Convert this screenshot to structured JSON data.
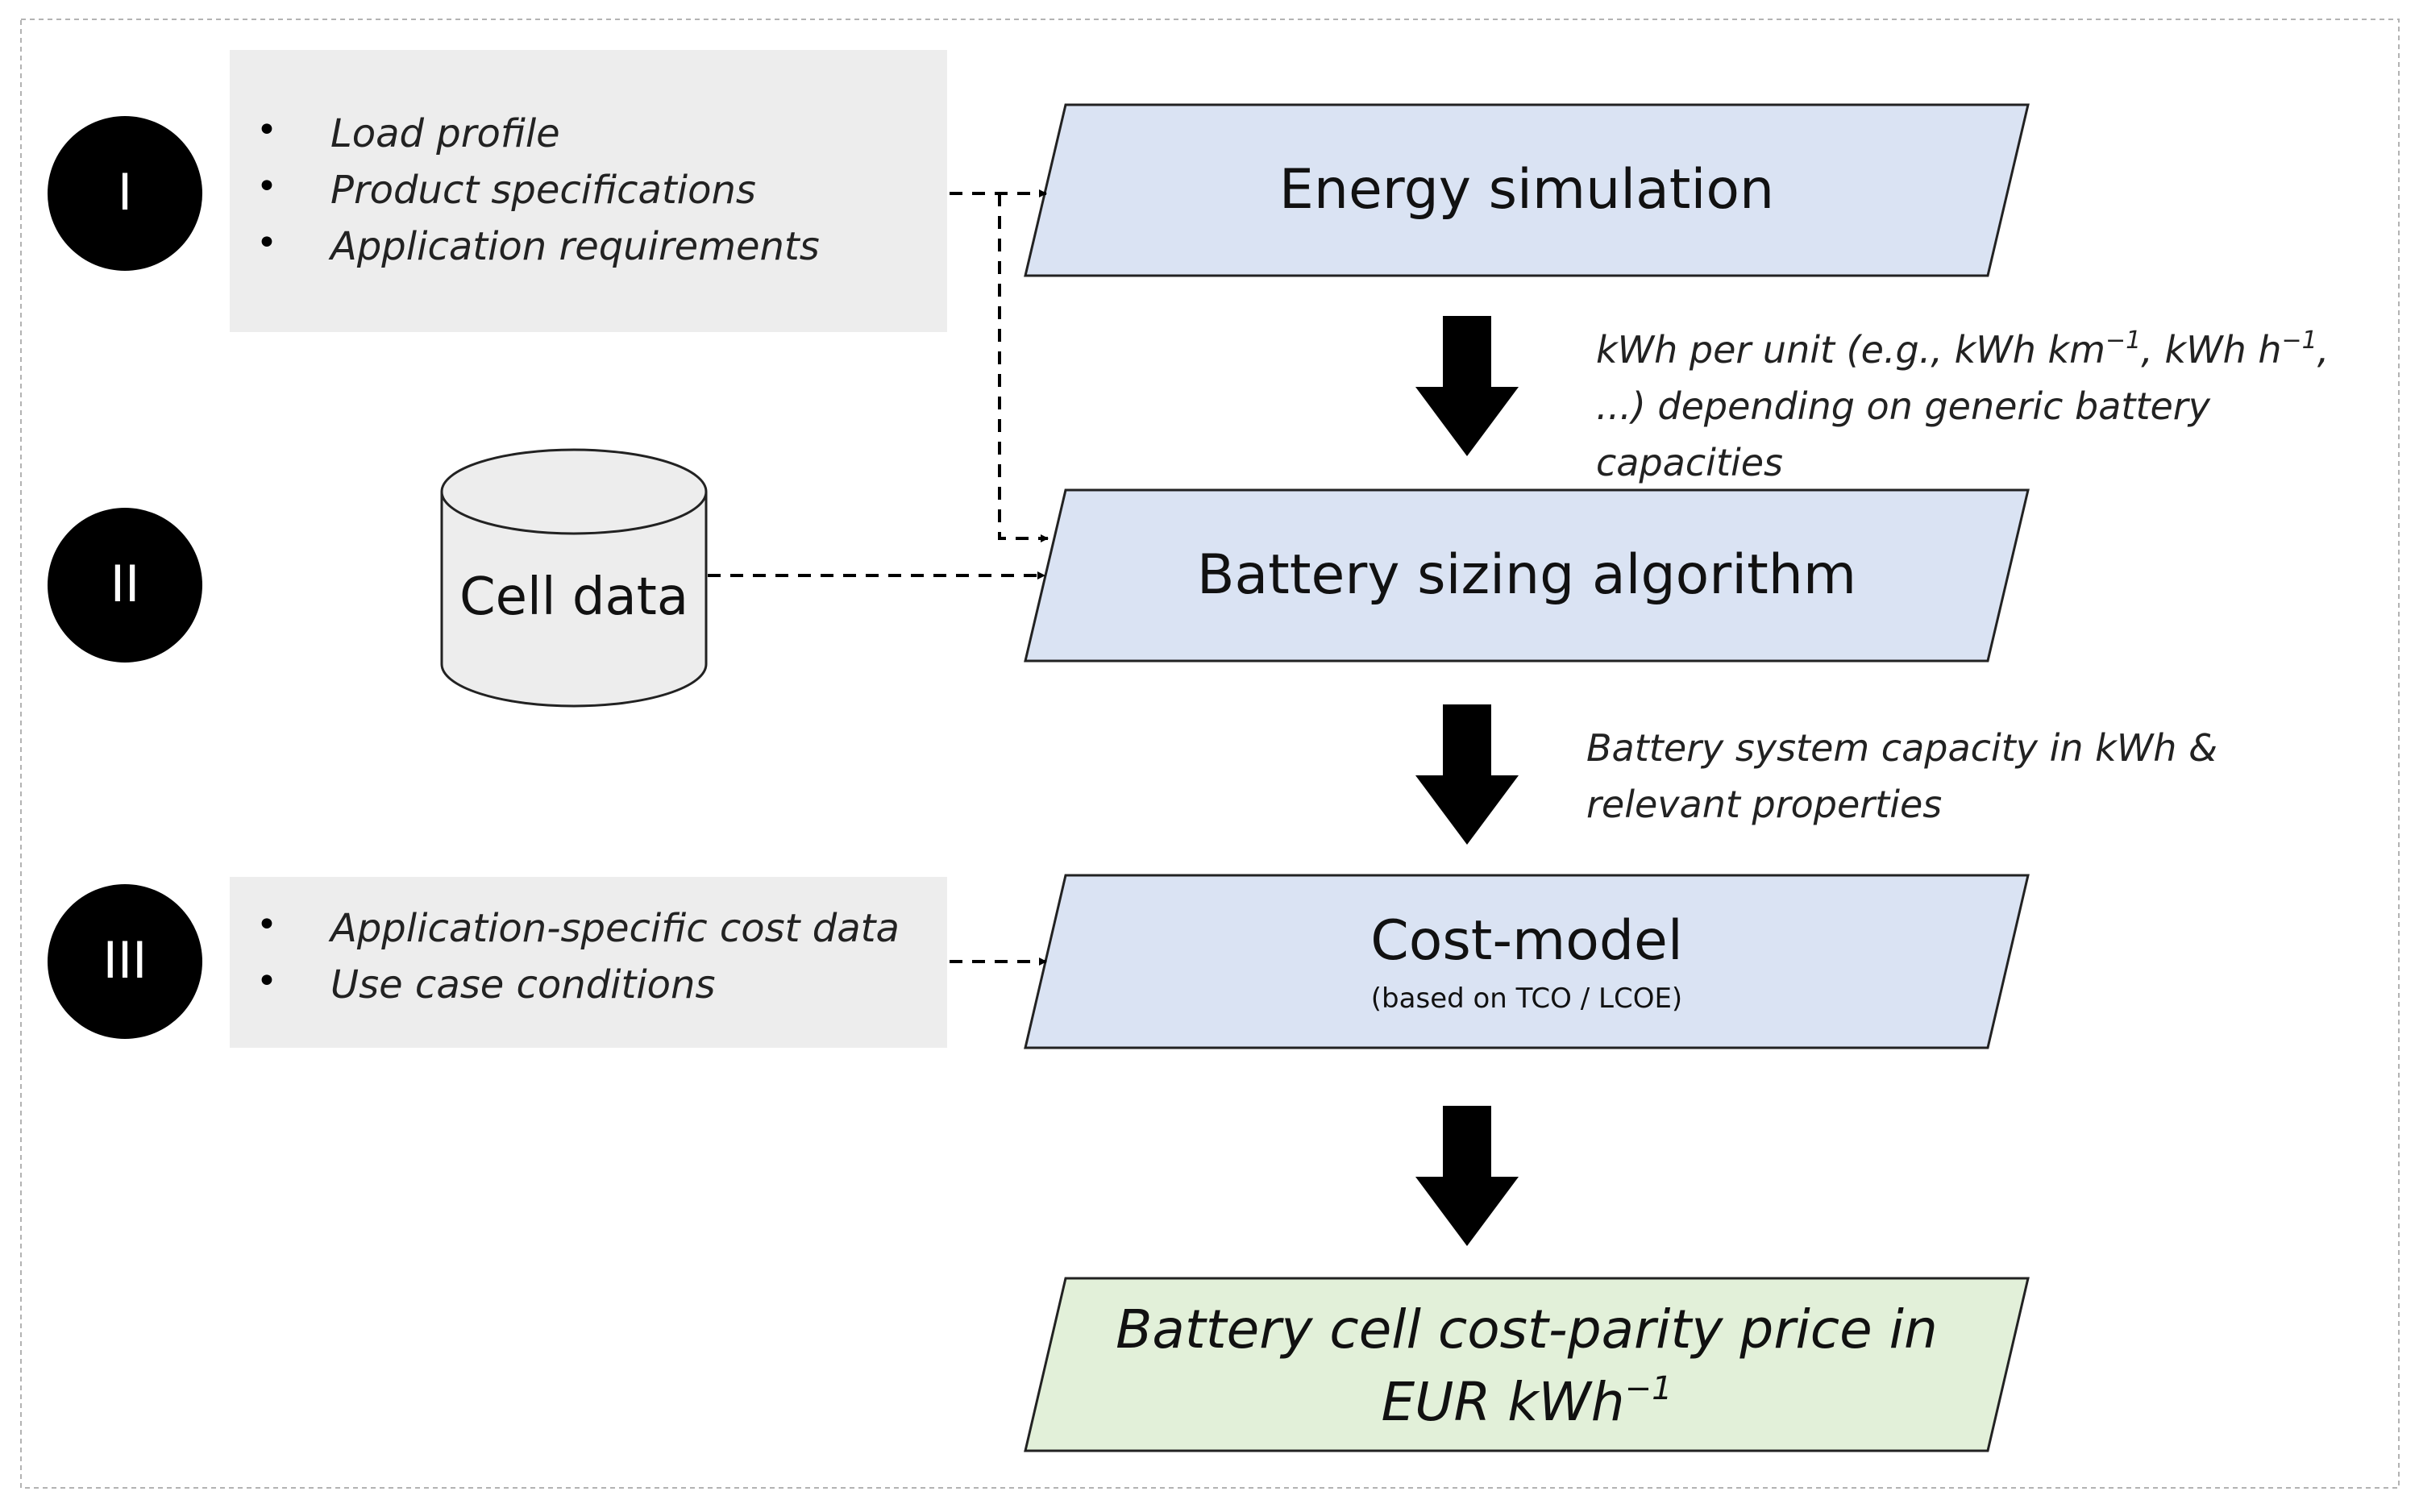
{
  "markers": [
    {
      "label": "I"
    },
    {
      "label": "II"
    },
    {
      "label": "III"
    }
  ],
  "input_group_1": {
    "items": [
      "Load profile",
      "Product specifications",
      "Application requirements"
    ]
  },
  "cell_data": {
    "label": "Cell data"
  },
  "input_group_3": {
    "items": [
      "Application-specific cost data",
      "Use case conditions"
    ]
  },
  "process_steps": [
    {
      "title": "Energy simulation"
    },
    {
      "title": "Battery sizing algorithm"
    },
    {
      "title": "Cost-model",
      "subtitle": "(based on TCO / LCOE)"
    }
  ],
  "annotations": {
    "step1_to_step2": {
      "line1": "kWh per unit (e.g., kWh km",
      "line1_sup1": "−1",
      "line1_mid": ", kWh h",
      "line1_sup2": "−1",
      "line1_end": ",",
      "line2": "...) depending on generic battery",
      "line3": "capacities"
    },
    "step2_to_step3": {
      "line1": "Battery system capacity in kWh &",
      "line2": "relevant properties"
    }
  },
  "result": {
    "line1": "Battery cell cost-parity price in",
    "line2": "EUR kWh",
    "line2_sup": "−1"
  },
  "colors": {
    "process_fill": "#dae3f3",
    "result_fill": "#e2f0d9",
    "input_box_fill": "#ededed",
    "marker_fill": "#000000",
    "cylinder_fill": "#ededed"
  }
}
